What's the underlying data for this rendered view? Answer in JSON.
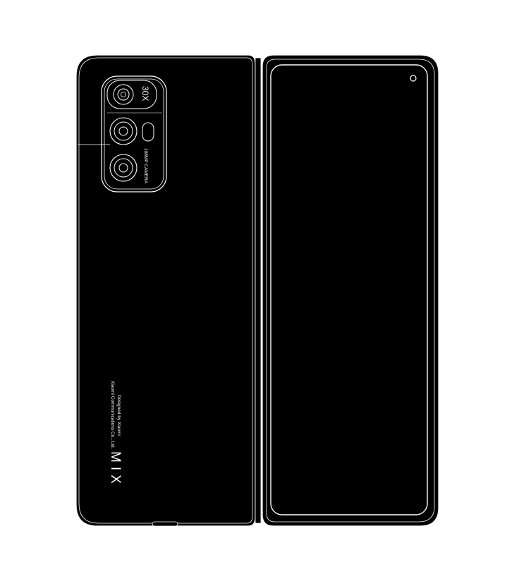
{
  "back": {
    "zoom_label": "30X",
    "camera_label": "108MP CAMERA",
    "company_line": "Xiaomi Communications Co., Ltd.",
    "designed_line": "Designed by Xiaomi",
    "brand_logo": "MIX"
  },
  "colors": {
    "body": "#000000",
    "outline": "#ffffff",
    "background": "#ffffff"
  }
}
